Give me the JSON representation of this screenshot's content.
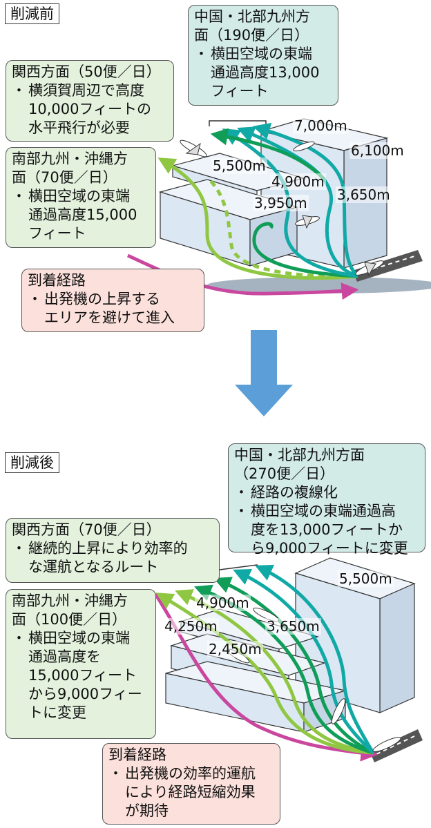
{
  "before": {
    "tag": "削減前",
    "china": {
      "title": "中国・北部九州方\n面（190便／日）",
      "bullets": [
        "横田空域の東端\n通過高度13,000\nフィート"
      ]
    },
    "kansai": {
      "title": "関西方面（50便／日）",
      "bullets": [
        "横須賀周辺で高度\n10,000フィートの\n水平飛行が必要"
      ]
    },
    "south": {
      "title": "南部九州・沖縄方\n面（70便／日）",
      "bullets": [
        "横田空域の東端\n通過高度15,000\nフィート"
      ]
    },
    "arrival": {
      "title": "到着経路",
      "bullets": [
        "出発機の上昇する\nエリアを避けて進入"
      ]
    },
    "altitudes": [
      "7,000m",
      "6,100m",
      "5,500m",
      "4,900m",
      "3,650m",
      "3,950m"
    ]
  },
  "after": {
    "tag": "削減後",
    "china": {
      "title": "中国・北部九州方面\n（270便／日）",
      "bullets": [
        "経路の複線化",
        "横田空域の東端通過高\n度を13,000フィートか\nら9,000フィートに変更"
      ]
    },
    "kansai": {
      "title": "関西方面（70便／日）",
      "bullets": [
        "継続的上昇により効率的\nな運航となるルート"
      ]
    },
    "south": {
      "title": "南部九州・沖縄方\n面（100便／日）",
      "bullets": [
        "横田空域の東端\n通過高度を\n15,000フィート\nから9,000フィー\nトに変更"
      ]
    },
    "arrival": {
      "title": "到着経路",
      "bullets": [
        "出発機の効率的運航\nにより経路短縮効果\nが期待"
      ]
    },
    "altitudes": [
      "5,500m",
      "4,900m",
      "4,250m",
      "3,650m",
      "2,450m"
    ]
  },
  "colors": {
    "box_green": "#e3f1dd",
    "box_teal": "#d2ebe7",
    "box_pink": "#fbe0db",
    "route_lime": "#8fc742",
    "route_green": "#0f9d58",
    "route_teal": "#10a9a6",
    "route_magenta": "#c9479e",
    "block": "#dbe7f3",
    "arrow": "#5c9fd8"
  }
}
